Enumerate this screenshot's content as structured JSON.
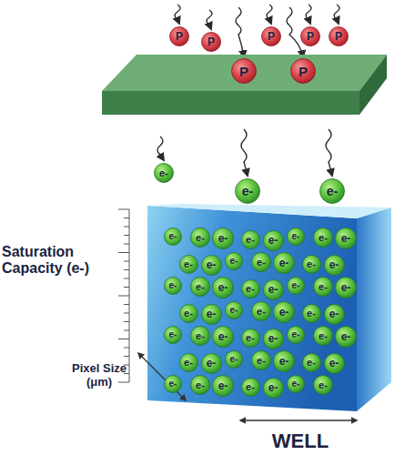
{
  "diagram": {
    "nodes": [
      {
        "text": [
          "P"
        ]
      },
      {
        "text": [
          "P"
        ]
      },
      {
        "text": [
          "P"
        ]
      },
      {
        "text": [
          "P"
        ]
      },
      {
        "text": [
          "P"
        ]
      },
      {
        "text": [
          "P"
        ]
      },
      {
        "text": [
          "P"
        ]
      },
      {
        "text": [
          "e-"
        ]
      },
      {
        "text": [
          "e-"
        ]
      },
      {
        "text": [
          "e-"
        ]
      },
      {
        "text": [
          "e-"
        ]
      },
      {
        "text": [
          "e-"
        ]
      },
      {
        "text": [
          "e-"
        ]
      },
      {
        "text": [
          "e-"
        ]
      },
      {
        "text": [
          "e-"
        ]
      },
      {
        "text": [
          "e-"
        ]
      },
      {
        "text": [
          "e-"
        ]
      },
      {
        "text": [
          "e-"
        ]
      },
      {
        "text": [
          "e-"
        ]
      },
      {
        "text": [
          "e-"
        ]
      },
      {
        "text": [
          "e-"
        ]
      },
      {
        "text": [
          "e-"
        ]
      },
      {
        "text": [
          "e-"
        ]
      },
      {
        "text": [
          "e-"
        ]
      },
      {
        "text": [
          "e-"
        ]
      },
      {
        "text": [
          "e-"
        ]
      },
      {
        "text": [
          "e-"
        ]
      },
      {
        "text": [
          "e-"
        ]
      },
      {
        "text": [
          "e-"
        ]
      },
      {
        "text": [
          "e-"
        ]
      },
      {
        "text": [
          "e-"
        ]
      },
      {
        "text": [
          "e-"
        ]
      },
      {
        "text": [
          "e-"
        ]
      },
      {
        "text": [
          "e-"
        ]
      },
      {
        "text": [
          "e-"
        ]
      },
      {
        "text": [
          "e-"
        ]
      },
      {
        "text": [
          "e-"
        ]
      },
      {
        "text": [
          "e-"
        ]
      },
      {
        "text": [
          "e-"
        ]
      },
      {
        "text": [
          "e-"
        ]
      },
      {
        "text": [
          "e-"
        ]
      },
      {
        "text": [
          "e-"
        ]
      },
      {
        "text": [
          "e-"
        ]
      },
      {
        "text": [
          "e-"
        ]
      },
      {
        "text": [
          "e-"
        ]
      },
      {
        "text": [
          "e-"
        ]
      },
      {
        "text": [
          "e-"
        ]
      },
      {
        "text": [
          "e-"
        ]
      },
      {
        "text": [
          "e-"
        ]
      },
      {
        "text": [
          "e-"
        ]
      },
      {
        "text": [
          "e-"
        ]
      },
      {
        "text": [
          "e-"
        ]
      },
      {
        "text": [
          "e-"
        ]
      },
      {
        "text": [
          "e-"
        ]
      },
      {
        "text": [
          "e-"
        ]
      },
      {
        "text": [
          "e-"
        ]
      },
      {
        "text": [
          "e-"
        ]
      },
      {
        "text": [
          "e-"
        ]
      },
      {
        "text": [
          "e-"
        ]
      },
      {
        "text": [
          "e-"
        ]
      },
      {
        "text": [
          "e-"
        ]
      },
      {
        "text": [
          "e-"
        ]
      }
    ],
    "labels": [
      "Saturation Capacity (e-)",
      "Pixel Size (μm)",
      "WELL"
    ]
  }
}
